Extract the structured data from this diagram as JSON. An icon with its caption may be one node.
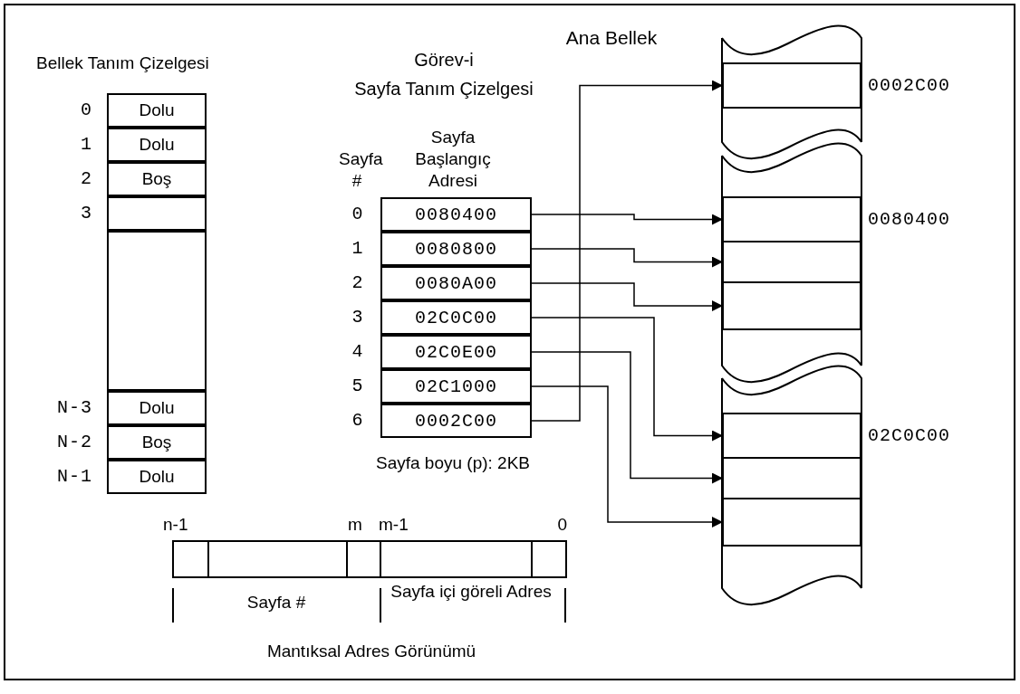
{
  "diagram": {
    "nodes": [
      {
        "text": [
          "Dolu"
        ],
        "beside": [
          "0"
        ]
      },
      {
        "text": [
          "Dolu"
        ],
        "beside": [
          "1"
        ]
      },
      {
        "text": [
          "Boş"
        ],
        "beside": [
          "2"
        ]
      },
      {
        "text": [],
        "shape": "box",
        "beside": [
          "3"
        ]
      },
      {
        "text": [],
        "shape": "box"
      },
      {
        "text": [
          "Dolu"
        ],
        "beside": [
          "N-3"
        ]
      },
      {
        "text": [
          "Boş"
        ],
        "beside": [
          "N-2"
        ]
      },
      {
        "text": [
          "Dolu"
        ],
        "beside": [
          "N-1"
        ]
      },
      {
        "text": [
          "0080400"
        ],
        "beside": [
          "0"
        ]
      },
      {
        "text": [
          "0080800"
        ],
        "beside": [
          "1"
        ]
      },
      {
        "text": [
          "0080A00"
        ],
        "beside": [
          "2"
        ]
      },
      {
        "text": [
          "02C0C00"
        ],
        "beside": [
          "3"
        ]
      },
      {
        "text": [
          "02C0E00"
        ],
        "beside": [
          "4"
        ]
      },
      {
        "text": [
          "02C1000"
        ],
        "beside": [
          "5"
        ]
      },
      {
        "text": [
          "0002C00"
        ],
        "beside": [
          "6"
        ]
      },
      {
        "text": [],
        "shape": "box",
        "beside": [
          "0002C00"
        ]
      },
      {
        "text": [],
        "shape": "box",
        "beside": [
          "0080400"
        ]
      },
      {
        "text": [],
        "shape": "box"
      },
      {
        "text": [],
        "shape": "box"
      },
      {
        "text": [],
        "shape": "box",
        "beside": [
          "02C0C00"
        ]
      },
      {
        "text": [],
        "shape": "box"
      },
      {
        "text": [],
        "shape": "box"
      }
    ],
    "edges": [
      {
        "from": 8,
        "to": 16,
        "arrow": "to"
      },
      {
        "from": 9,
        "to": 17,
        "arrow": "to"
      },
      {
        "from": 10,
        "to": 18,
        "arrow": "to"
      },
      {
        "from": 11,
        "to": 19,
        "arrow": "to"
      },
      {
        "from": 12,
        "to": 20,
        "arrow": "to"
      },
      {
        "from": 13,
        "to": 21,
        "arrow": "to"
      },
      {
        "from": 14,
        "to": 15,
        "arrow": "to"
      }
    ],
    "labels": [
      "Ana Bellek",
      "Bellek Tanım Çizelgesi",
      "Görev-i Sayfa Tanım Çizelgesi",
      "Sayfa #",
      "Sayfa Başlangıç Adresi",
      "Sayfa boyu (p): 2KB",
      "n-1",
      "m",
      "m-1",
      "0",
      "Sayfa #",
      "Sayfa içi göreli Adres",
      "Mantıksal Adres Görünümü"
    ]
  }
}
